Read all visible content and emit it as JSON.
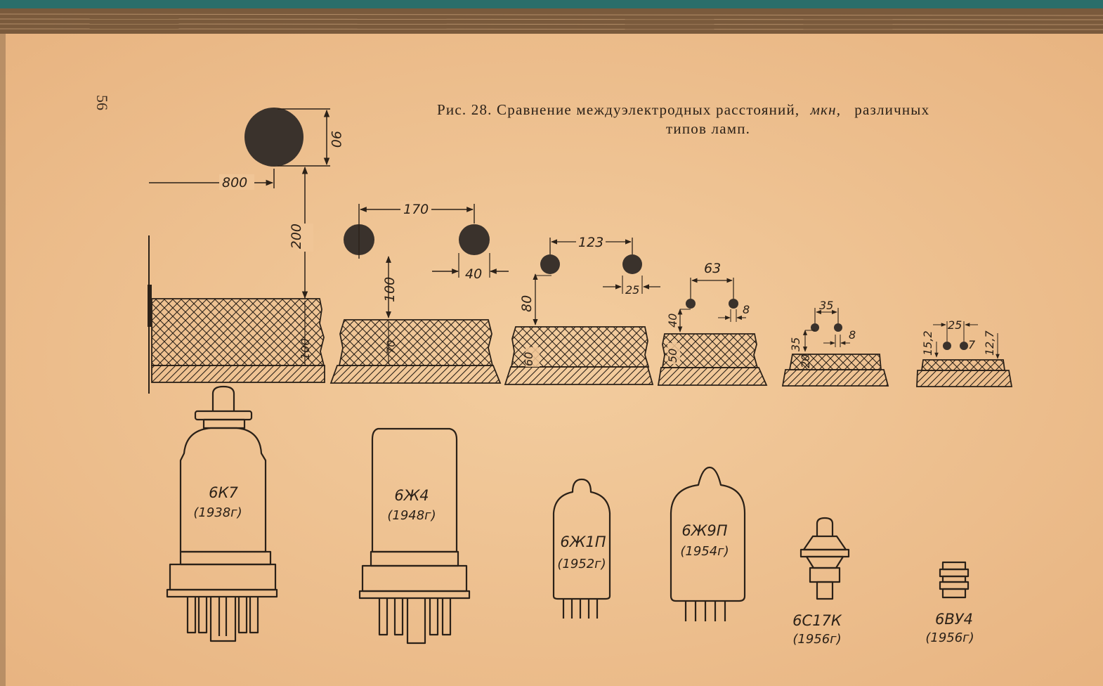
{
  "page_number": "56",
  "caption": {
    "line1_prefix": "Рис. 28. Сравнение междуэлектродных расстояний,",
    "unit": "мкн,",
    "line1_suffix": "различных",
    "line2": "типов ламп."
  },
  "dimensions": {
    "k7_grid_wire": "90",
    "k7_spacing": "800",
    "k7_gap": "200",
    "k7_cathode": "100",
    "zh4_pitch": "170",
    "zh4_wire": "40",
    "zh4_gap": "100",
    "zh4_cathode": "70",
    "zh1p_pitch": "123",
    "zh1p_wire": "25",
    "zh1p_gap": "80",
    "zh1p_cathode": "60",
    "zh9p_pitch": "63",
    "zh9p_wire": "8",
    "zh9p_gap": "40",
    "zh9p_cathode": "50",
    "s17k_pitch": "35",
    "s17k_wire": "8",
    "s17k_gap": "35",
    "s17k_cathode": "20",
    "vu4_pitch": "25",
    "vu4_wire": "7",
    "vu4_gap_left": "15,2",
    "vu4_gap_right": "12,7"
  },
  "tubes": [
    {
      "name": "6К7",
      "year": "(1938г)"
    },
    {
      "name": "6Ж4",
      "year": "(1948г)"
    },
    {
      "name": "6Ж1П",
      "year": "(1952г)"
    },
    {
      "name": "6Ж9П",
      "year": "(1954г)"
    },
    {
      "name": "6С17К",
      "year": "(1956г)"
    },
    {
      "name": "6ВУ4",
      "year": "(1956г)"
    }
  ],
  "colors": {
    "paper": "#f0c596",
    "ink": "#2b2118",
    "cover": "#2a6e6a"
  }
}
